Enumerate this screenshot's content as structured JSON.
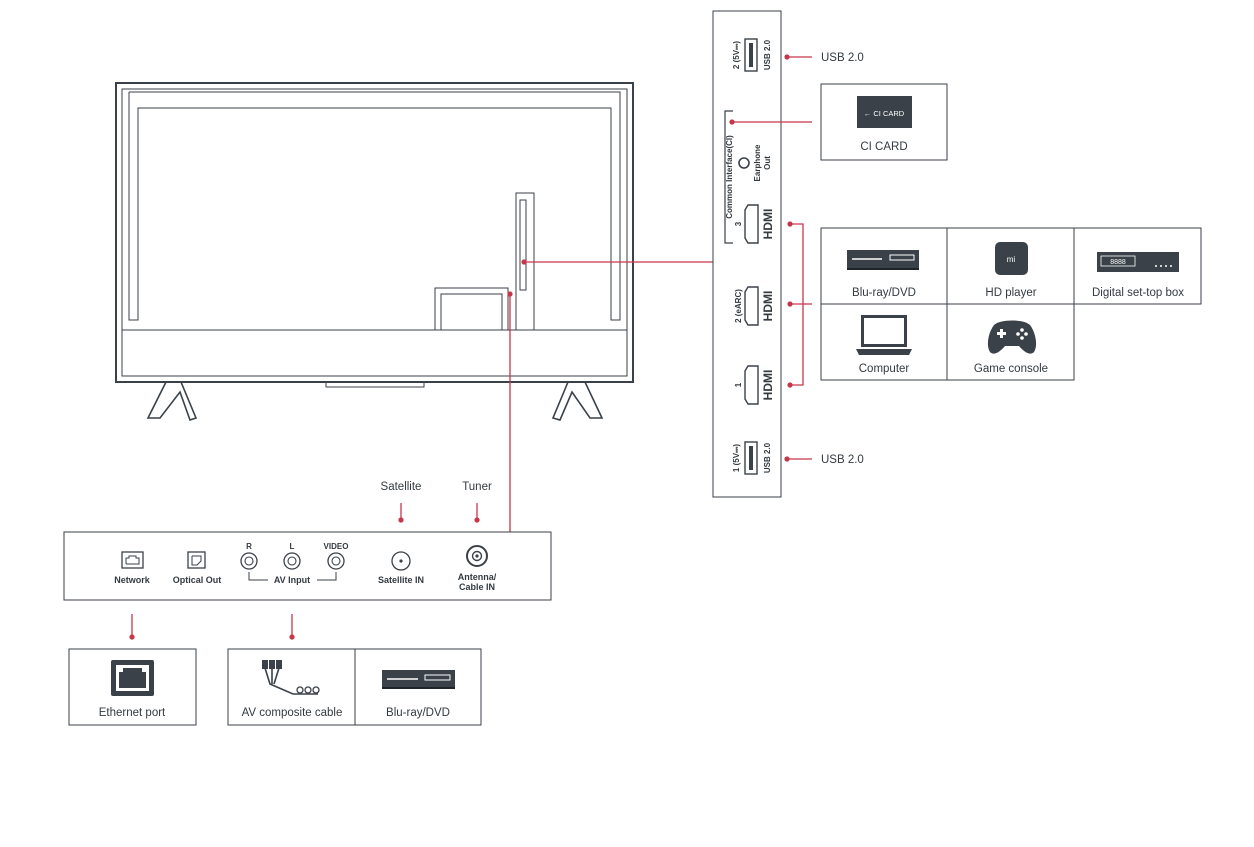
{
  "side_panel": {
    "usb_top_port": "2 (5V⎓)",
    "usb_top_type": "USB 2.0",
    "usb_top_label": "USB 2.0",
    "ci_slot": "Common Interface(CI)",
    "earphone_line1": "Earphone",
    "earphone_line2": "Out",
    "hdmi3_num": "3",
    "hdmi2_num": "2 (eARC)",
    "hdmi1_num": "1",
    "hdmi_logo": "HDMI",
    "usb_bottom_port": "1 (5V⎓)",
    "usb_bottom_type": "USB 2.0",
    "usb_bottom_label": "USB 2.0"
  },
  "ci_card": {
    "card_text": "← CI CARD",
    "label": "CI CARD"
  },
  "hdmi_devices": [
    {
      "label": "Blu-ray/DVD",
      "icon": "bluray-player-icon"
    },
    {
      "label": "HD player",
      "icon": "hd-player-icon",
      "brand": "mi"
    },
    {
      "label": "Digital set-top box",
      "icon": "set-top-box-icon",
      "display": "8888"
    },
    {
      "label": "Computer",
      "icon": "laptop-icon"
    },
    {
      "label": "Game console",
      "icon": "gamepad-icon"
    }
  ],
  "bottom_panel": {
    "network": "Network",
    "optical": "Optical Out",
    "av_r": "R",
    "av_l": "L",
    "av_video": "VIDEO",
    "av_input": "AV Input",
    "satellite_in": "Satellite IN",
    "antenna_line1": "Antenna/",
    "antenna_line2": "Cable IN"
  },
  "top_labels": {
    "satellite": "Satellite",
    "tuner": "Tuner"
  },
  "bottom_devices": {
    "ethernet": "Ethernet port",
    "av_cable": "AV composite cable",
    "bluray": "Blu-ray/DVD"
  },
  "colors": {
    "line": "#3a4148",
    "accent": "#c8364a"
  }
}
